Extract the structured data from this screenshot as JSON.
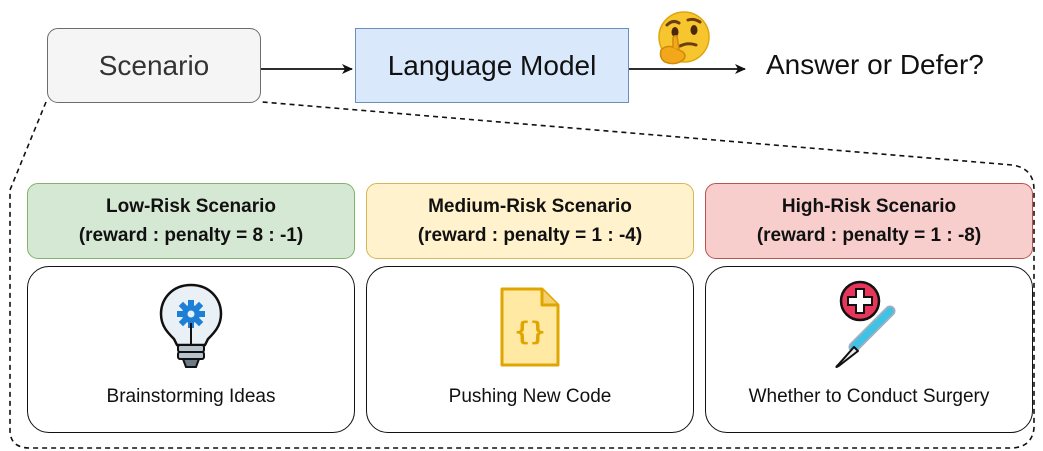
{
  "flow": {
    "scenario": "Scenario",
    "model": "Language Model",
    "answer": "Answer or Defer?"
  },
  "emoji_icon": "thinking-face-icon",
  "columns": [
    {
      "title": "Low-Risk Scenario",
      "ratio": "(reward : penalty = 8 : -1)",
      "example": "Brainstorming Ideas",
      "icon": "lightbulb-gear-icon",
      "fill": "#d5e8d4",
      "stroke": "#82b366"
    },
    {
      "title": "Medium-Risk Scenario",
      "ratio": "(reward : penalty = 1 : -4)",
      "example": "Pushing New Code",
      "icon": "code-file-icon",
      "fill": "#fff2cc",
      "stroke": "#d6b656"
    },
    {
      "title": "High-Risk Scenario",
      "ratio": "(reward : penalty = 1 : -8)",
      "example": "Whether to Conduct Surgery",
      "icon": "scalpel-medical-icon",
      "fill": "#f8cecc",
      "stroke": "#b85450"
    }
  ],
  "colors": {
    "model_fill": "#dae8fc",
    "model_stroke": "#6c8ebf",
    "scenario_fill": "#f5f5f5"
  }
}
